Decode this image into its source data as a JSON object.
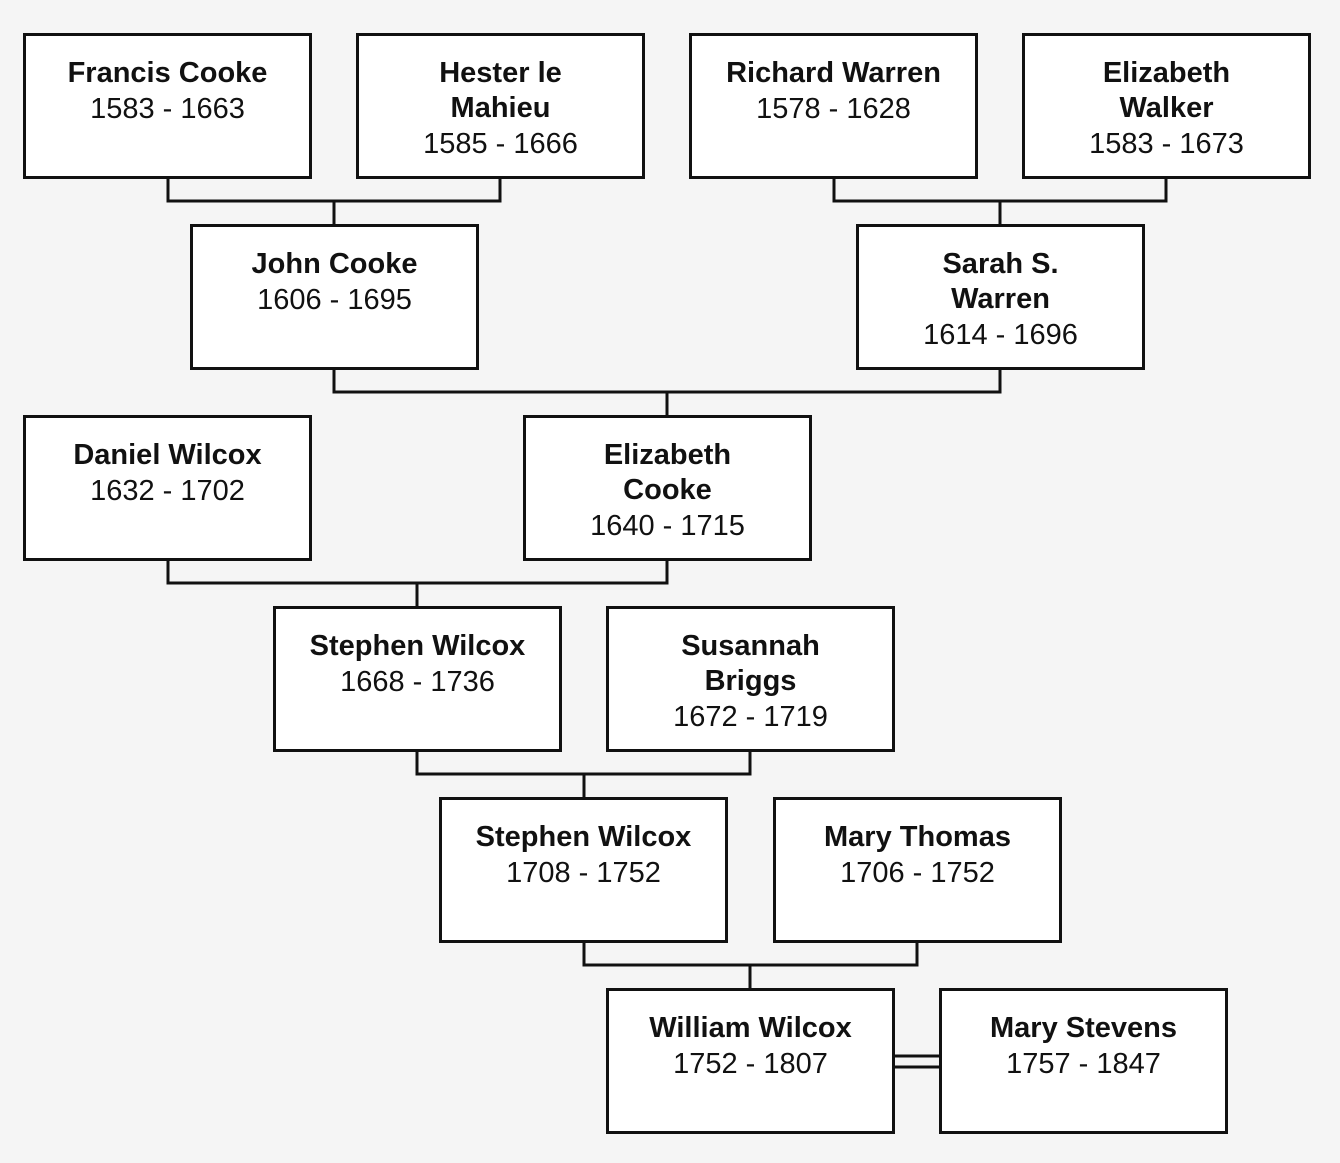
{
  "colors": {
    "line": "#111111",
    "box_fill": "#ffffff",
    "background": "#f5f5f5"
  },
  "people": {
    "francis_cooke": {
      "name": "Francis Cooke",
      "years": "1583 - 1663"
    },
    "hester_le_mahieu": {
      "name": "Hester le Mahieu",
      "years": "1585 - 1666"
    },
    "richard_warren": {
      "name": "Richard Warren",
      "years": "1578 - 1628"
    },
    "elizabeth_walker": {
      "name": "Elizabeth Walker",
      "years": "1583 - 1673"
    },
    "john_cooke": {
      "name": "John Cooke",
      "years": "1606 - 1695"
    },
    "sarah_warren": {
      "name": "Sarah S. Warren",
      "years": "1614 - 1696"
    },
    "daniel_wilcox": {
      "name": "Daniel Wilcox",
      "years": "1632 - 1702"
    },
    "elizabeth_cooke": {
      "name": "Elizabeth Cooke",
      "years": "1640 - 1715"
    },
    "stephen_wilcox_1668": {
      "name": "Stephen Wilcox",
      "years": "1668 - 1736"
    },
    "susannah_briggs": {
      "name": "Susannah Briggs",
      "years": "1672 - 1719"
    },
    "stephen_wilcox_1708": {
      "name": "Stephen Wilcox",
      "years": "1708 - 1752"
    },
    "mary_thomas": {
      "name": "Mary Thomas",
      "years": "1706 - 1752"
    },
    "william_wilcox": {
      "name": "William Wilcox",
      "years": "1752 - 1807"
    },
    "mary_stevens": {
      "name": "Mary Stevens",
      "years": "1757 - 1847"
    }
  }
}
